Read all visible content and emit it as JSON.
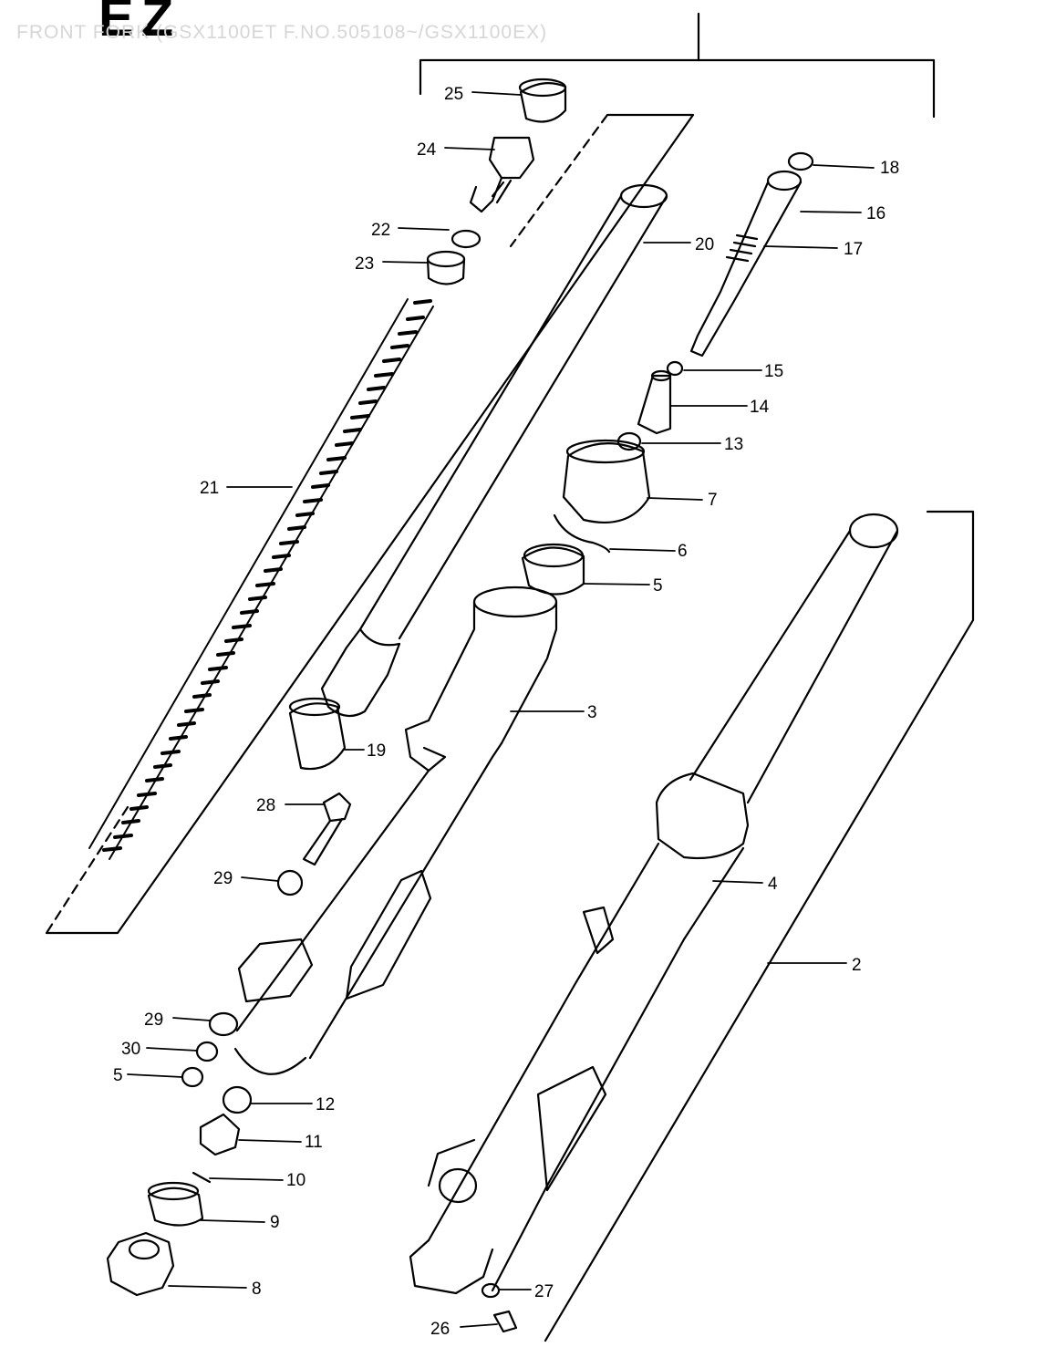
{
  "header": {
    "page_badge": "E Z",
    "title": "FRONT FORK (GSX1100ET F.NO.505108~/GSX1100EX)"
  },
  "callouts": [
    "25",
    "24",
    "22",
    "23",
    "21",
    "20",
    "19",
    "28",
    "29",
    "29",
    "30",
    "5",
    "12",
    "11",
    "10",
    "9",
    "8",
    "26",
    "27",
    "18",
    "16",
    "17",
    "15",
    "14",
    "13",
    "7",
    "6",
    "5",
    "3",
    "4",
    "2"
  ]
}
